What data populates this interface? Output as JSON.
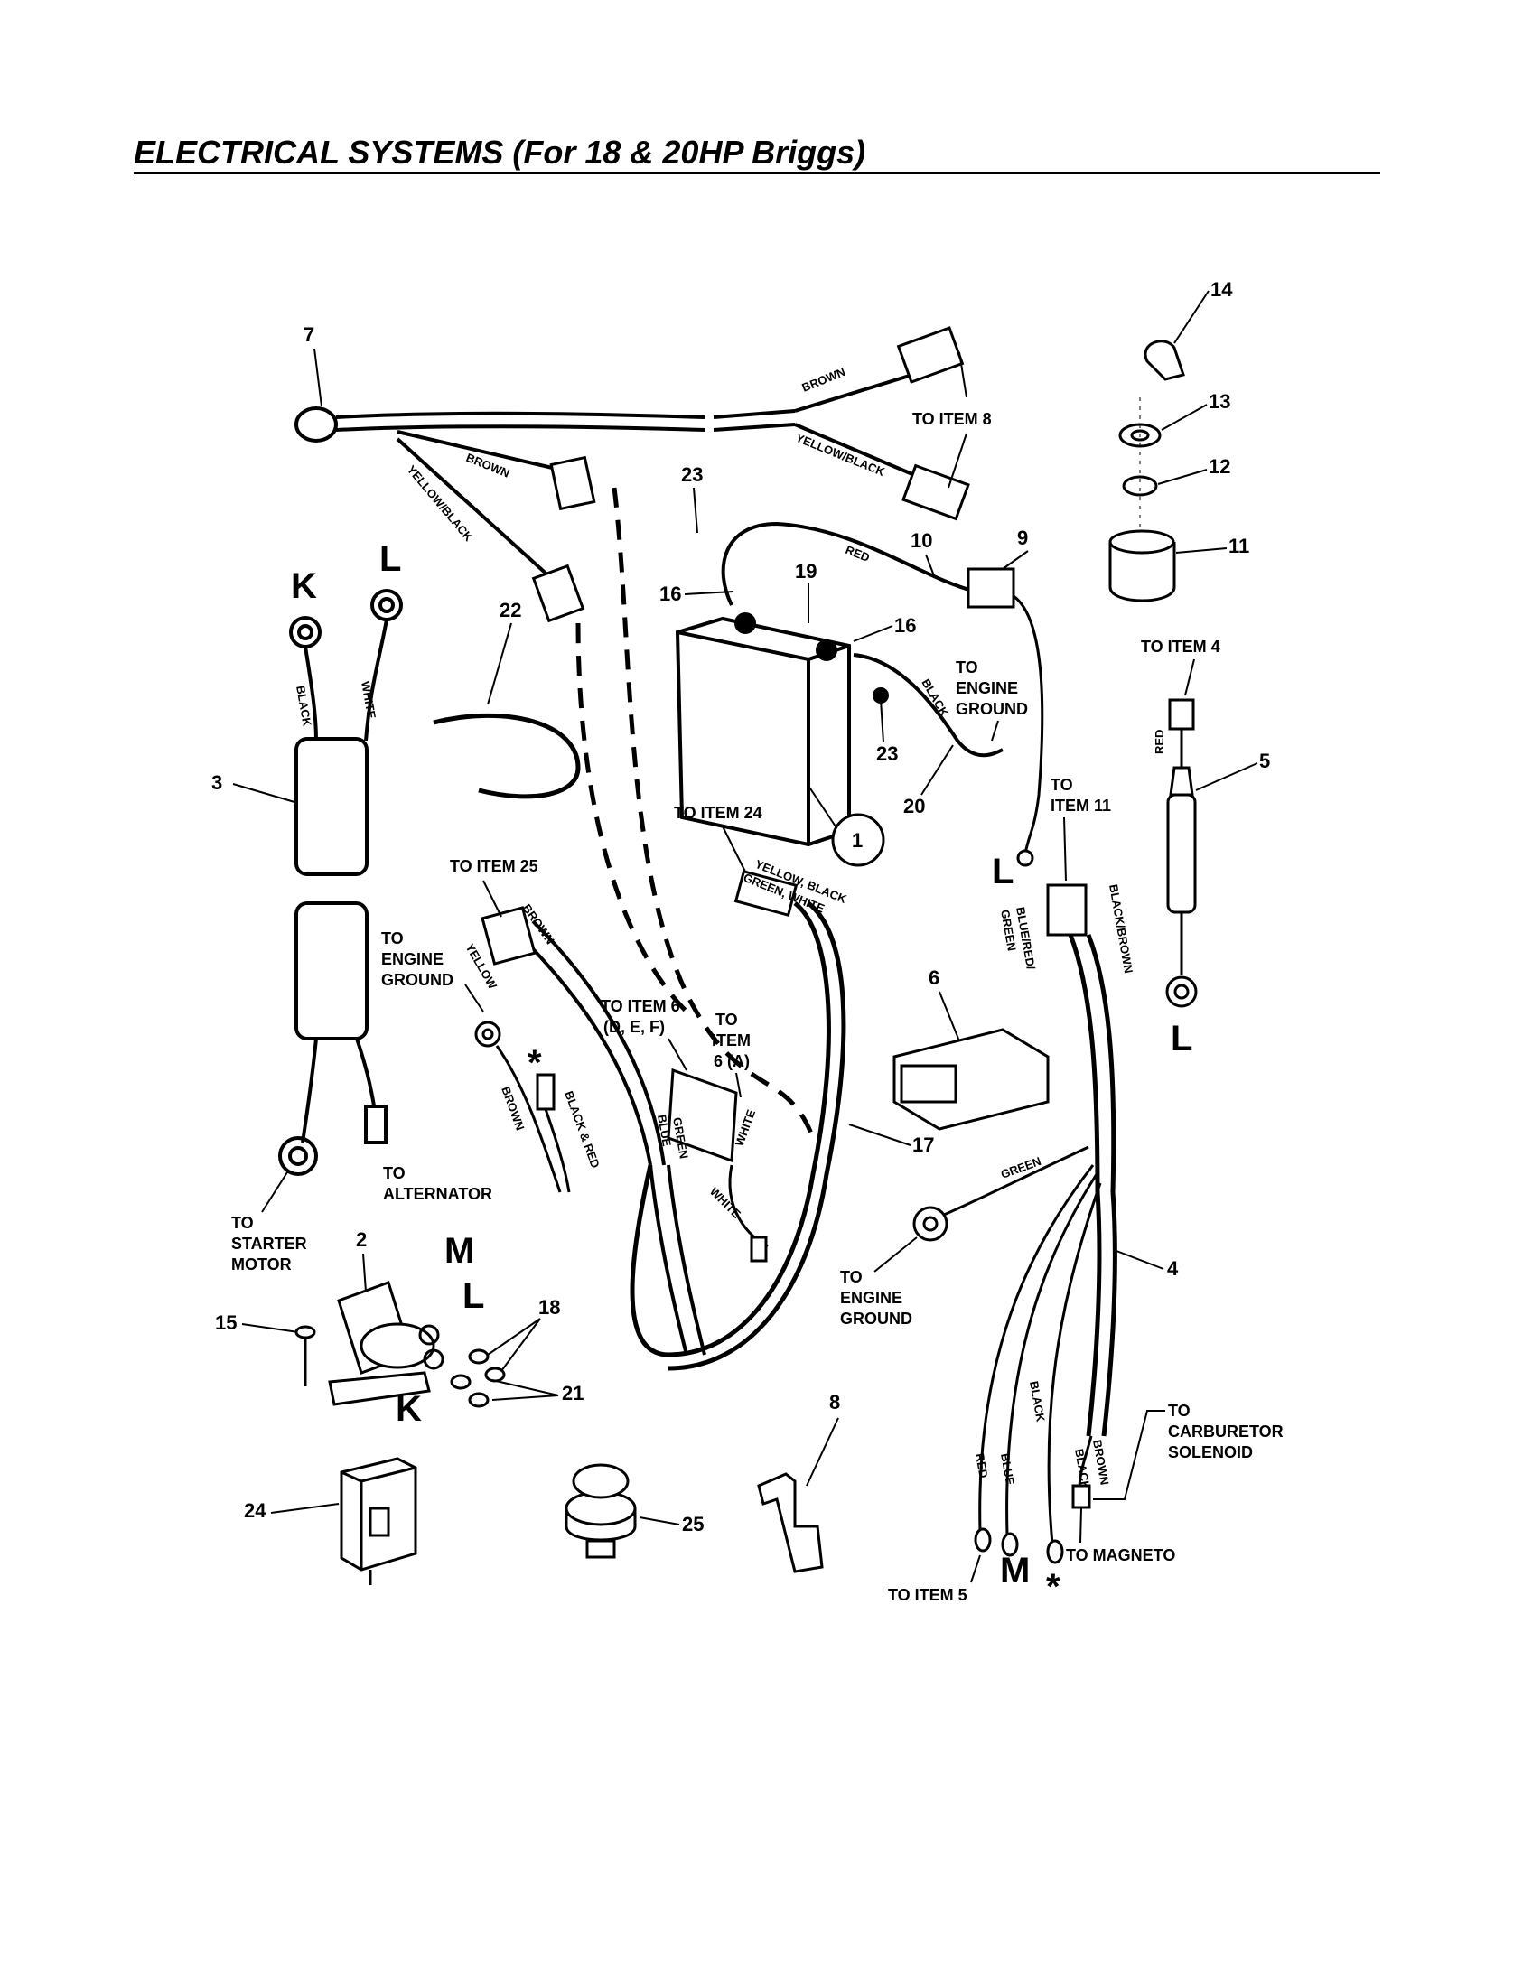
{
  "header": {
    "title": "ELECTRICAL SYSTEMS (For 18 & 20HP Briggs)"
  },
  "colors": {
    "ink": "#000000",
    "paper": "#ffffff"
  },
  "parts": {
    "p1": "1",
    "p2": "2",
    "p3": "3",
    "p4": "4",
    "p5": "5",
    "p6": "6",
    "p7": "7",
    "p8": "8",
    "p9": "9",
    "p10": "10",
    "p11": "11",
    "p12": "12",
    "p13": "13",
    "p14": "14",
    "p15": "15",
    "p16a": "16",
    "p16b": "16",
    "p17": "17",
    "p18": "18",
    "p19": "19",
    "p20": "20",
    "p21": "21",
    "p22": "22",
    "p23a": "23",
    "p23b": "23",
    "p24": "24",
    "p25": "25"
  },
  "terminals": {
    "k1": "K",
    "l1": "L",
    "l2": "L",
    "l3": "L",
    "m1": "M",
    "l4": "L",
    "k2": "K",
    "m2": "M",
    "star1": "*",
    "star2": "*"
  },
  "callouts": {
    "to_item_8": "TO ITEM 8",
    "to_item_4": "TO ITEM 4",
    "to_engine_ground_battery": [
      "TO",
      "ENGINE",
      "GROUND"
    ],
    "to_item_24": "TO ITEM 24",
    "to_item_11": [
      "TO",
      "ITEM 11"
    ],
    "to_item_25": "TO ITEM 25",
    "to_engine_ground_left": [
      "TO",
      "ENGINE",
      "GROUND"
    ],
    "to_item_6_def": [
      "TO ITEM 6",
      "(D, E, F)"
    ],
    "to_item_6_a": [
      "TO",
      "ITEM",
      "6 (A)"
    ],
    "to_alternator": [
      "TO",
      "ALTERNATOR"
    ],
    "to_starter_motor": [
      "TO",
      "STARTER",
      "MOTOR"
    ],
    "to_engine_ground_right": [
      "TO",
      "ENGINE",
      "GROUND"
    ],
    "to_carburetor_solenoid": [
      "TO",
      "CARBURETOR",
      "SOLENOID"
    ],
    "to_magneto": "TO MAGNETO",
    "to_item_5": "TO ITEM 5"
  },
  "wires": {
    "brown_top": "BROWN",
    "yellow_black_top": "YELLOW/BLACK",
    "brown_mid": "BROWN",
    "yellow_black_mid": "YELLOW/BLACK",
    "black_k": "BLACK",
    "white_l": "WHITE",
    "red_batt": "RED",
    "black_batt": "BLACK",
    "red_5": "RED",
    "yellow_black_green_white": [
      "YELLOW, BLACK",
      "GREEN, WHITE"
    ],
    "blue_red_green": [
      "BLUE/RED/",
      "GREEN"
    ],
    "black_brown": "BLACK/BROWN",
    "brown_25": "BROWN",
    "yellow_25": "YELLOW",
    "brown_left": "BROWN",
    "black_red": "BLACK & RED",
    "blue_green": [
      "BLUE",
      "GREEN"
    ],
    "white_a": "WHITE",
    "white_b": "WHITE",
    "green_4": "GREEN",
    "black_4": "BLACK",
    "red_4": "RED",
    "blue_4": "BLUE",
    "brown_4": "BROWN",
    "black_4b": "BLACK"
  }
}
